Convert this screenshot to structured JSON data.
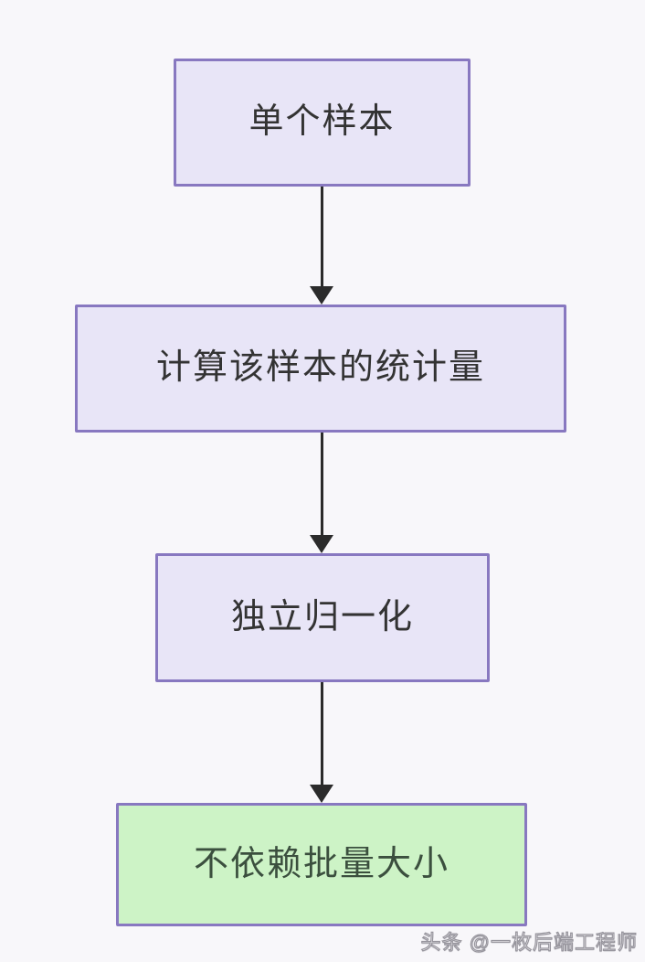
{
  "diagram": {
    "type": "flowchart",
    "direction": "top-down",
    "nodes": [
      {
        "id": "single-sample",
        "label": "单个样本",
        "style": "purple"
      },
      {
        "id": "compute-statistics",
        "label": "计算该样本的统计量",
        "style": "purple"
      },
      {
        "id": "independent-normalization",
        "label": "独立归一化",
        "style": "purple"
      },
      {
        "id": "batch-size-independent",
        "label": "不依赖批量大小",
        "style": "green"
      }
    ],
    "edges": [
      {
        "from": "single-sample",
        "to": "compute-statistics"
      },
      {
        "from": "compute-statistics",
        "to": "independent-normalization"
      },
      {
        "from": "independent-normalization",
        "to": "batch-size-independent"
      }
    ]
  },
  "watermark": {
    "text": "头条 @一枚后端工程师"
  },
  "colors": {
    "canvas-bg": "#f8f7fa",
    "node-fill": "#e8e5f7",
    "node-border": "#8878c0",
    "node-text": "#333333",
    "green-fill": "#cdf3c6",
    "green-text": "#3b4f3e",
    "arrow-color": "#2b2b2b",
    "watermark-fill": "#f2f1f4",
    "watermark-stroke": "#97959d"
  }
}
